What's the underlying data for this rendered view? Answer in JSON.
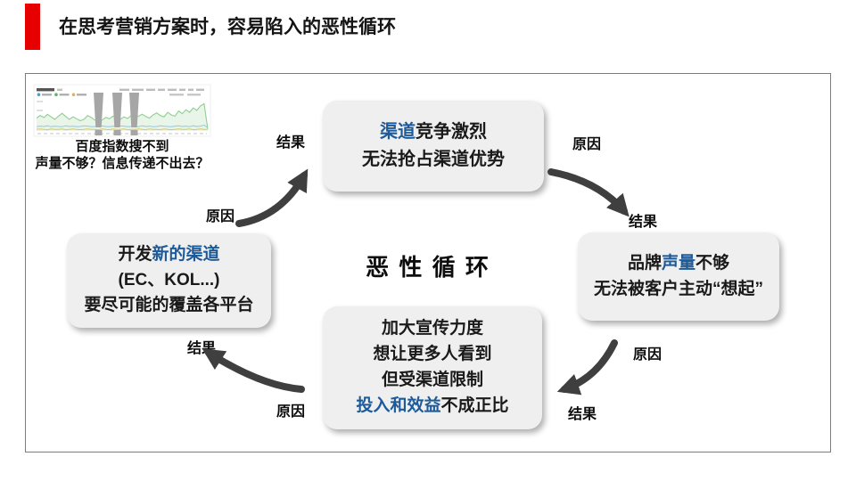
{
  "slide": {
    "title": "在思考营销方案时，容易陷入的恶性循环"
  },
  "colors": {
    "accent_red": "#e60000",
    "accent_blue": "#1d5a99",
    "arrow_gray": "#3f3f3f",
    "box_bg": "#efefef",
    "frame_border": "#7d7d7d",
    "exclamation_gray": "#a6a6a6"
  },
  "evidence": {
    "caption_line1": "百度指数搜不到",
    "caption_line2": "声量不够？信息传递不出去？",
    "chart": {
      "type": "line",
      "description": "baidu-index-trend-screenshot",
      "series": [
        {
          "name": "green",
          "color": "#8fcf8f",
          "fill": "#e9f5e9",
          "values": [
            40,
            48,
            42,
            52,
            44,
            36,
            46,
            55,
            45,
            36,
            44,
            38,
            32,
            36,
            48,
            42,
            34,
            30,
            34,
            42,
            38,
            46,
            40,
            36,
            44,
            39,
            48,
            42,
            46,
            52,
            45,
            40,
            50,
            56,
            48,
            44,
            58,
            50,
            46,
            62,
            54,
            66,
            58,
            72,
            64,
            78,
            85,
            6
          ]
        },
        {
          "name": "blue",
          "color": "#8ecae6",
          "values": [
            13,
            15,
            14,
            16,
            13,
            15,
            14,
            13,
            16,
            14,
            15,
            13,
            14,
            16,
            15,
            13,
            14,
            15,
            16,
            14,
            13,
            15,
            14,
            16,
            15,
            13,
            14,
            15,
            13,
            16,
            14,
            15,
            13,
            14,
            16,
            15,
            14,
            13,
            15,
            16,
            14,
            15,
            13,
            16,
            14,
            15,
            18,
            10
          ]
        },
        {
          "name": "yellow",
          "color": "#e3c35a",
          "values": [
            5,
            6,
            5,
            4,
            6,
            5,
            5,
            6,
            4,
            5,
            6,
            5,
            4,
            5,
            6,
            5,
            5,
            4,
            6,
            5,
            4,
            6,
            5,
            5,
            6,
            4,
            5,
            5,
            6,
            5,
            4,
            6,
            5,
            5,
            4,
            6,
            5,
            4,
            5,
            6,
            5,
            5,
            6,
            4,
            5,
            6,
            5,
            5
          ]
        }
      ]
    }
  },
  "cycle": {
    "center_label": "恶 性 循 环",
    "labels": {
      "cause": "原因",
      "effect": "结果"
    },
    "top_box": {
      "line1_em": "渠道",
      "line1_rest": "竞争激烈",
      "line2": "无法抢占渠道优势"
    },
    "right_box": {
      "line1_pre": "品牌",
      "line1_em": "声量",
      "line1_rest": "不够",
      "line2": "无法被客户主动“想起”"
    },
    "bottom_box": {
      "line1": "加大宣传力度",
      "line2": "想让更多人看到",
      "line3": "但受渠道限制",
      "line4_em": "投入和效益",
      "line4_rest": "不成正比"
    },
    "left_box": {
      "line1_pre": "开发",
      "line1_em": "新的渠道",
      "line2": "(EC、KOL...)",
      "line3": "要尽可能的覆盖各平台"
    }
  }
}
